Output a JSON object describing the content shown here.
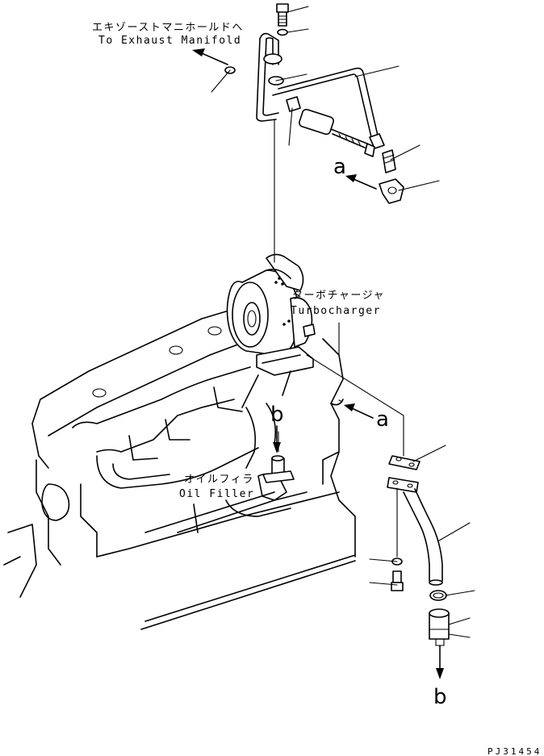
{
  "labels": {
    "exhaust_ja": "エキゾーストマニホールドへ",
    "exhaust_en": "To Exhaust Manifold",
    "turbo_ja": "ターボチャージャ",
    "turbo_en": "Turbocharger",
    "oil_ja": "オイルフィラ",
    "oil_en": "Oil Filler"
  },
  "refs": {
    "a_top": "a",
    "a_right": "a",
    "b_mid": "b",
    "b_bottom": "b"
  },
  "drawing_code": "PJ31454"
}
